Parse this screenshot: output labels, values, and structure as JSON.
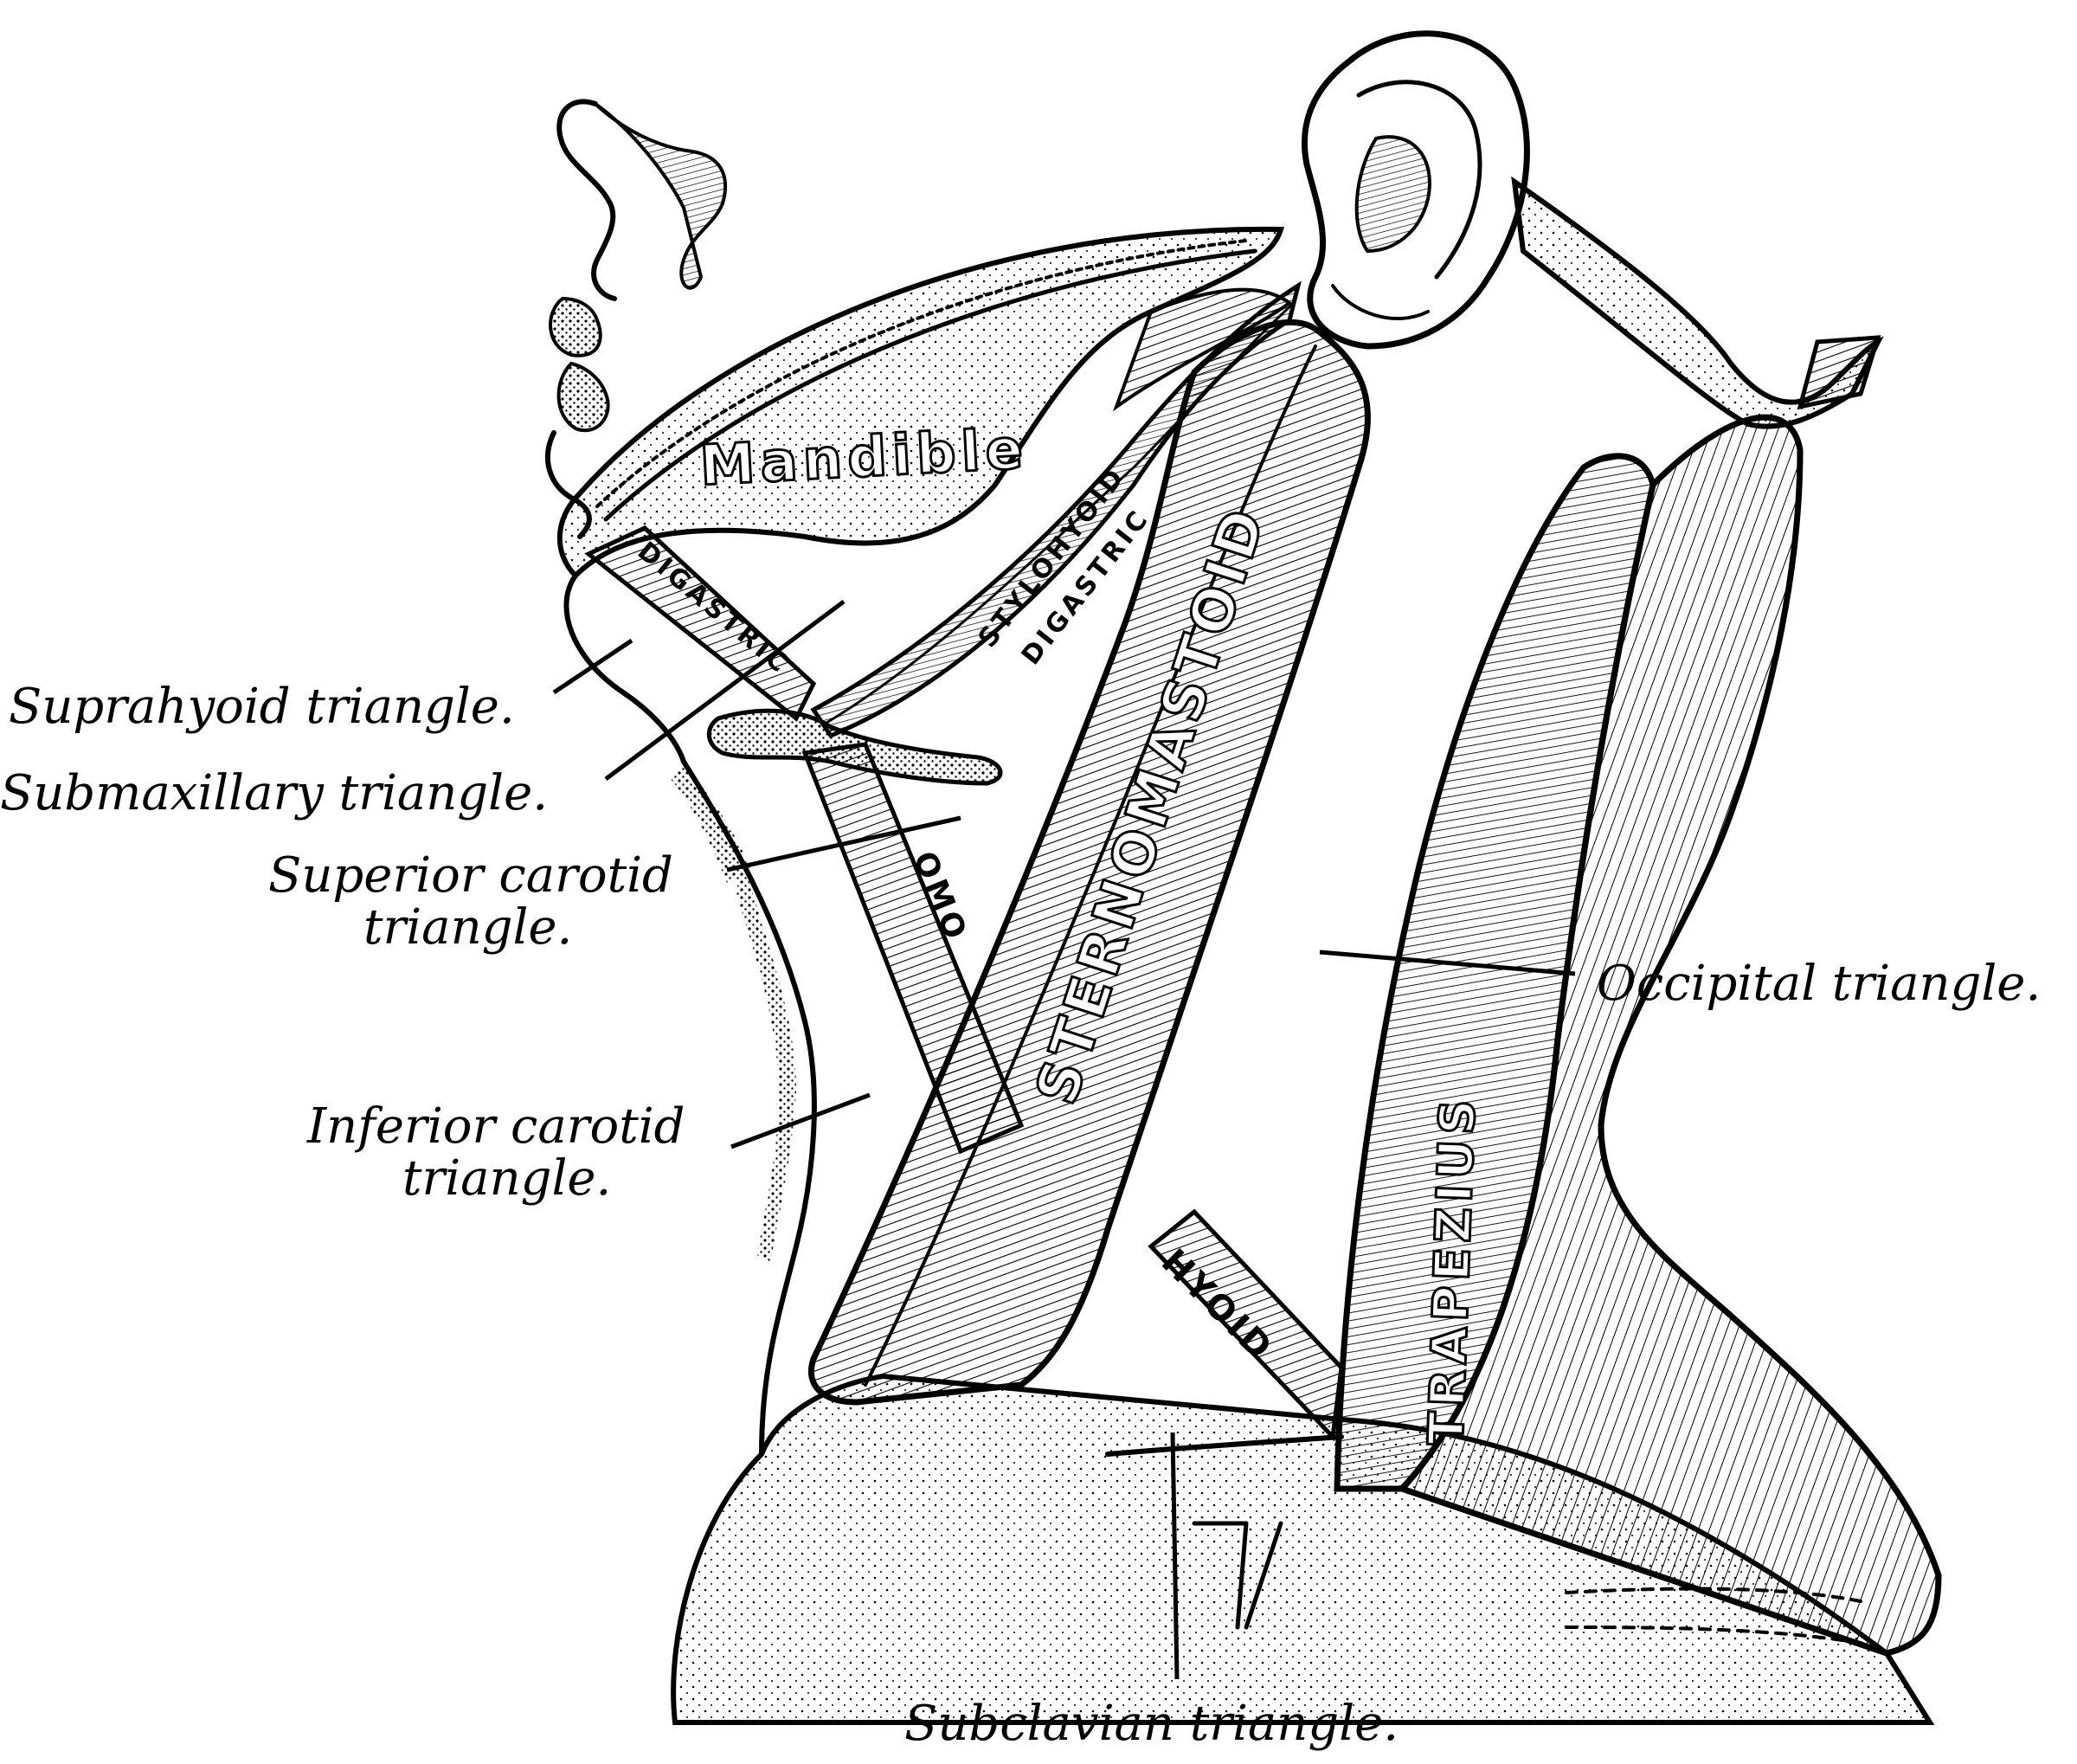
{
  "figure": {
    "labels": {
      "suprahyoid": "Suprahyoid triangle.",
      "submaxillary": "Submaxillary triangle.",
      "superior_carotid_1": "Superior carotid",
      "superior_carotid_2": "triangle.",
      "inferior_carotid_1": "Inferior carotid",
      "inferior_carotid_2": "triangle.",
      "occipital": "Occipital triangle.",
      "subclavian": "Subclavian triangle."
    },
    "muscles": {
      "mandible": "Mandible",
      "digastric_anterior": "DIGASTRIC",
      "digastric_posterior": "DIGASTRIC",
      "stylohyoid": "STYLOHYOID",
      "omo": "OMO",
      "hyoid": "HYOID",
      "sternomastoid": "STERNOMASTOID",
      "trapezius": "TRAPEZIUS"
    }
  }
}
